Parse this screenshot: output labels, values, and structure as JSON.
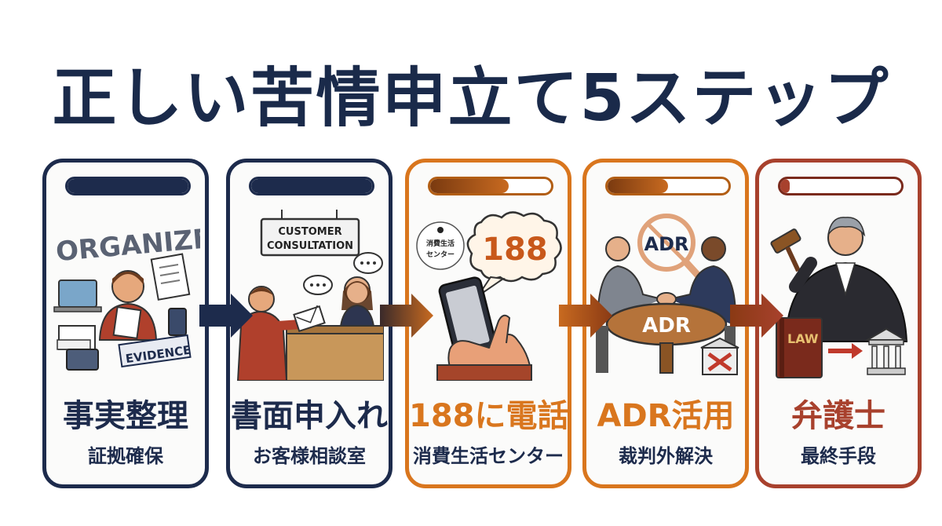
{
  "title": "正しい苦情申立て5ステップ",
  "steps": [
    {
      "main": "事実整理",
      "sub": "証拠確保",
      "progress": 1.0,
      "labels": {
        "organize": "ORGANIZE",
        "evidence": "EVIDENCE"
      },
      "icons": [
        "person-icon",
        "document-icon",
        "laptop-icon",
        "phone-icon"
      ]
    },
    {
      "main": "書面申入れ",
      "sub": "お客様相談室",
      "progress": 1.0,
      "labels": {
        "sign_line1": "CUSTOMER",
        "sign_line2": "CONSULTATION"
      },
      "icons": [
        "person-icon",
        "envelope-icon",
        "speech-bubble-icon",
        "counter-icon"
      ]
    },
    {
      "main": "188に電話",
      "sub": "消費生活センター",
      "progress": 0.65,
      "labels": {
        "number": "188",
        "pin_line1": "消費生活",
        "pin_line2": "センター"
      },
      "icons": [
        "smartphone-icon",
        "hand-icon",
        "location-pin-icon",
        "speech-bubble-icon"
      ]
    },
    {
      "main": "ADR活用",
      "sub": "裁判外解決",
      "progress": 0.5,
      "labels": {
        "magnifier": "ADR",
        "table": "ADR"
      },
      "icons": [
        "handshake-icon",
        "magnifier-icon",
        "table-icon",
        "courthouse-cross-icon"
      ]
    },
    {
      "main": "弁護士",
      "sub": "最終手段",
      "progress": 0.08,
      "labels": {
        "book": "LAW"
      },
      "icons": [
        "lawyer-icon",
        "gavel-icon",
        "law-book-icon",
        "courthouse-icon"
      ]
    }
  ],
  "colors": {
    "navy": "#1d2b4c",
    "orange": "#d9761e",
    "red": "#a8412d",
    "title": "#1a2a4a"
  }
}
